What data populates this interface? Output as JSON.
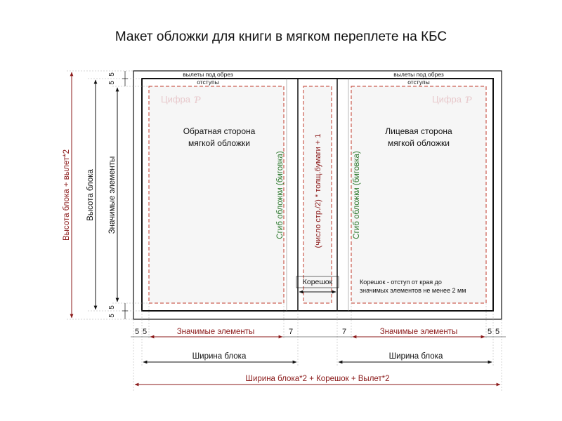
{
  "title": "Макет обложки для книги в мягком переплете на КБС",
  "top_labels": {
    "bleed": "вылеты под обрез",
    "margins": "отступы"
  },
  "logo": "Цифра",
  "back_cover": [
    "Обратная сторона",
    "мягкой обложки"
  ],
  "front_cover": [
    "Лицевая сторона",
    "мягкой обложки"
  ],
  "fold_label": "Сгиб обложки (биговка)",
  "spine_formula": "(число стр./2) * толщ.бумаги + 1",
  "spine_label": "Корешок",
  "spine_note": [
    "Корешок - отступ от края до",
    "значимых элементов не менее 2 мм"
  ],
  "vertical_dims": {
    "height_plus_bleed": "Высота блока + вылет*2",
    "block_height": "Высота блока",
    "significant": "Значимые элементы",
    "five": "5"
  },
  "bottom_dims": {
    "five": "5",
    "seven": "7",
    "significant": "Значимые элементы",
    "block_width": "Ширина блока",
    "total": "Ширина блока*2 + Корешок + Вылет*2"
  },
  "colors": {
    "red": "#8b1a1a",
    "green": "#2f7a2f",
    "dash": "#c0392b"
  }
}
